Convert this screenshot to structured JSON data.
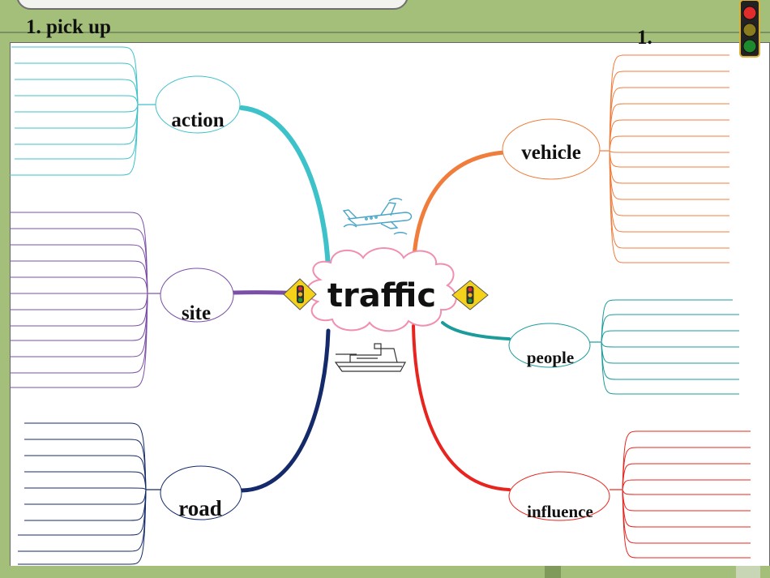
{
  "heading_left": "1.  pick up",
  "heading_right": "1.",
  "center": {
    "label": "traffic"
  },
  "branches": {
    "action": "action",
    "site": "site",
    "road": "road",
    "vehicle": "vehicle",
    "people": "people",
    "influence": "influence"
  },
  "colors": {
    "action": "#3ec2c9",
    "site": "#7b4fa8",
    "road": "#152a6b",
    "vehicle": "#f07d3c",
    "people": "#1c9b9b",
    "influence": "#e8241e",
    "background": "#a3bf7a"
  },
  "icons": [
    "traffic-light-icon",
    "airplane-icon",
    "ship-icon",
    "traffic-sign-icon"
  ]
}
